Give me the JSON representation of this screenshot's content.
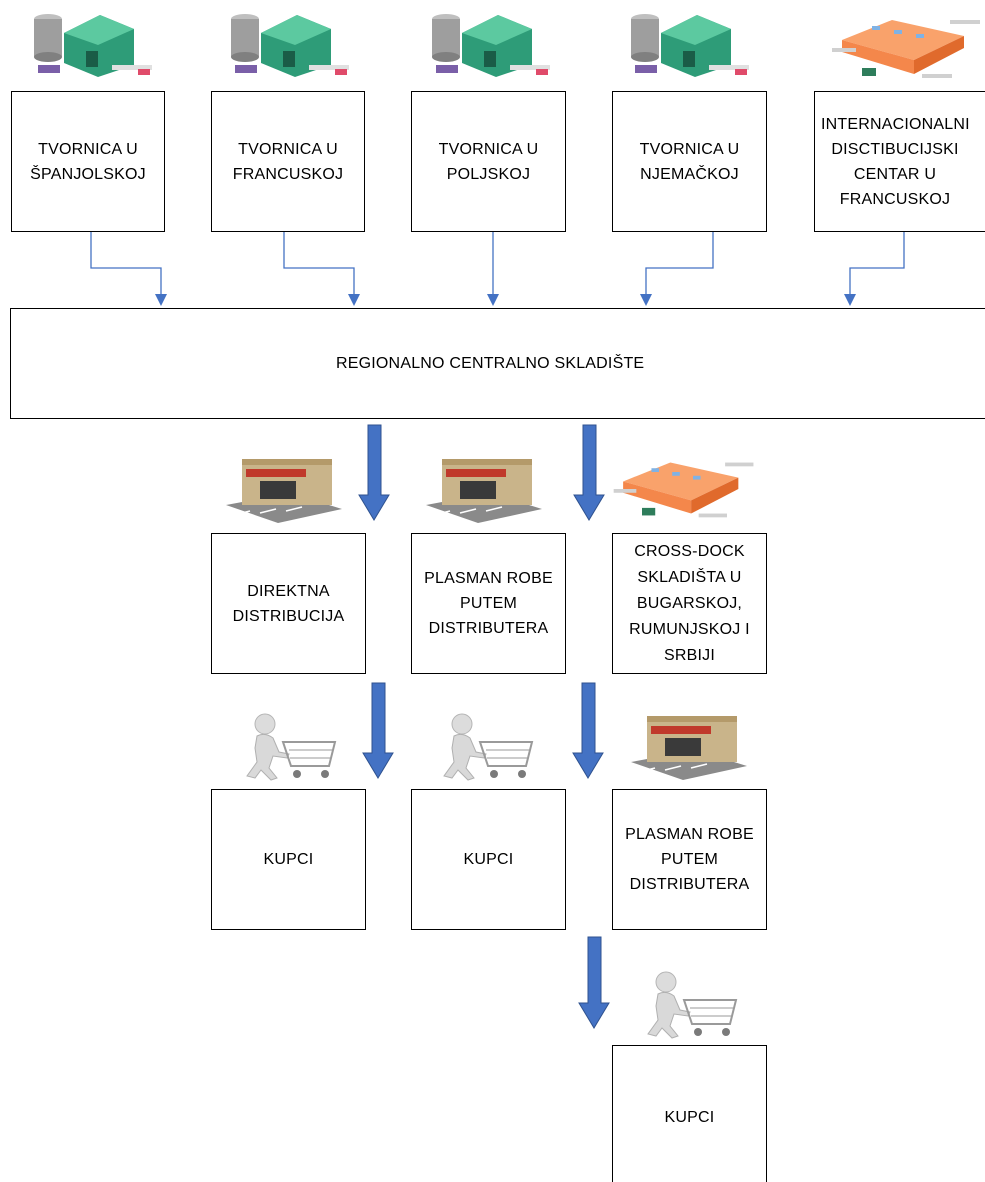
{
  "factories": [
    {
      "label": "TVORNICA U\nŠPANJOLSKOJ",
      "icon": "factory-icon"
    },
    {
      "label": "TVORNICA U\nFRANCUSKOJ",
      "icon": "factory-icon"
    },
    {
      "label": "TVORNICA U\nPOLJSKOJ",
      "icon": "factory-icon"
    },
    {
      "label": "TVORNICA U\nNJEMAČKOJ",
      "icon": "factory-icon"
    },
    {
      "label": "INTERNACIONALNI\nDISCTIBUCIJSKI\nCENTAR U\nFRANCUSKOJ",
      "icon": "warehouse-icon"
    }
  ],
  "central": {
    "label": "REGIONALNO CENTRALNO SKLADIŠTE",
    "icon": "warehouse-icon"
  },
  "level2": [
    {
      "label": "DIREKTNA\nDISTRIBUCIJA",
      "icon": "store-icon"
    },
    {
      "label": "PLASMAN ROBE\nPUTEM\nDISTRIBUTERA",
      "icon": "store-icon"
    },
    {
      "label": "CROSS-DOCK\nSKLADIŠTA U\nBUGARSKOJ,\nRUMUNJSKOJ I\nSRBIJI",
      "icon": "warehouse-icon"
    }
  ],
  "level3": [
    {
      "label": "KUPCI",
      "icon": "shopper-cart-icon"
    },
    {
      "label": "KUPCI",
      "icon": "shopper-cart-icon"
    },
    {
      "label": "PLASMAN ROBE\nPUTEM\nDISTRIBUTERA",
      "icon": "store-icon"
    }
  ],
  "level4": {
    "label": "KUPCI",
    "icon": "shopper-cart-icon"
  },
  "colors": {
    "connector": "#4472c4",
    "arrow_fill": "#4472c4",
    "arrow_stroke": "#2f528f",
    "factory_green": "#2e9c78",
    "warehouse_orange": "#f4874b",
    "store_tan": "#c9b48a",
    "store_red": "#c0392b",
    "shopper_gray": "#d9d9d9"
  }
}
